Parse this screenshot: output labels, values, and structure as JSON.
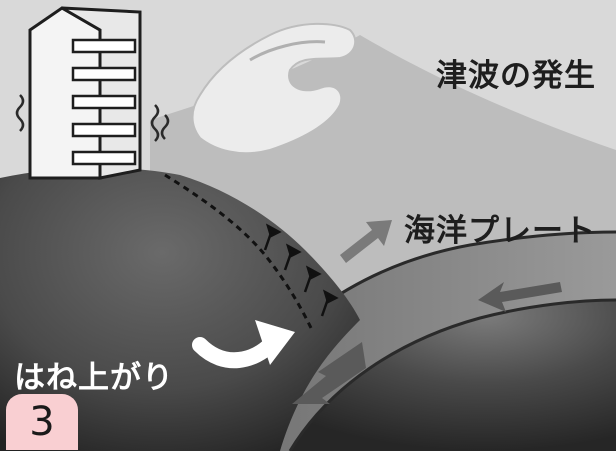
{
  "labels": {
    "tsunami": "津波の発生",
    "ocean_plate": "海洋プレート",
    "rebound": "はね上がり"
  },
  "badge": {
    "number": "3"
  },
  "icons": {
    "building": "building-icon",
    "shake_marks": "vibration-icon",
    "wave": "tsunami-wave-icon",
    "rebound_arrow": "curved-arrow-icon",
    "plate_motion": "arrow-icon"
  },
  "colors": {
    "sky": "#d7d7d7",
    "ocean": "#bdbdbd",
    "continental_plate": "#4a4a4a",
    "ocean_plate": "#8a8a8a",
    "mantle": "#3c3c3c",
    "badge": "#f9cfd2"
  }
}
